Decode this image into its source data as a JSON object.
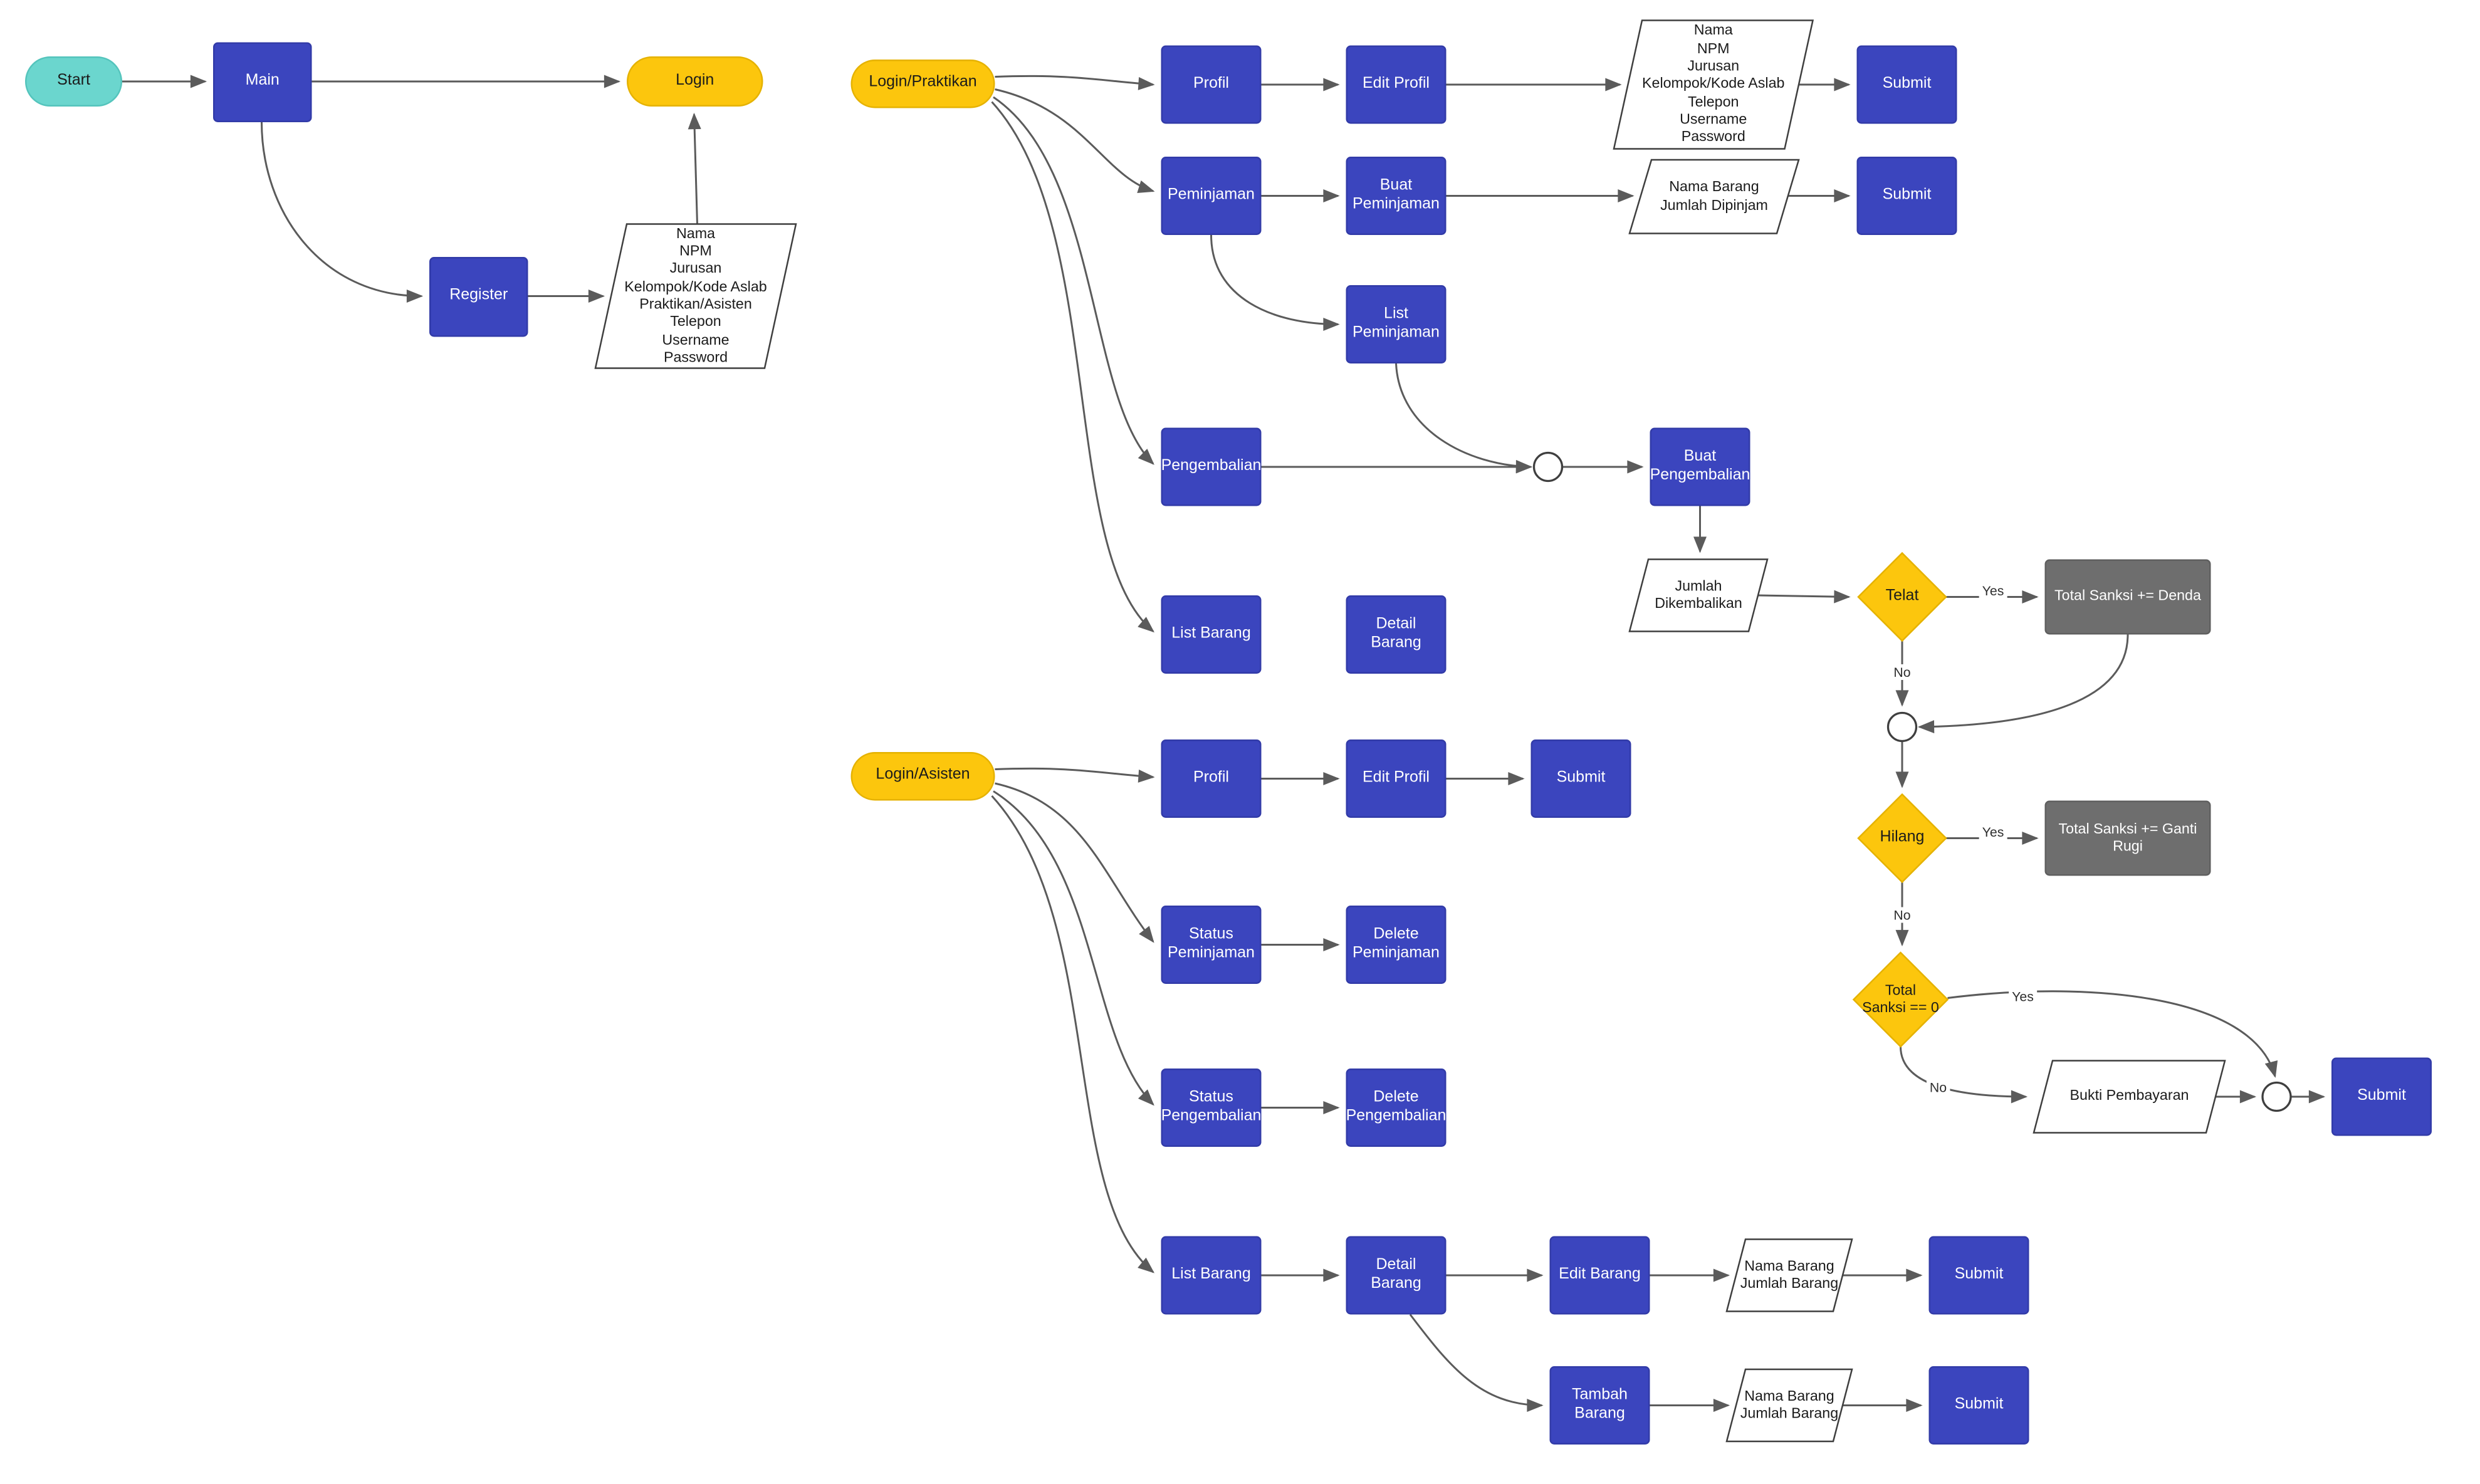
{
  "colors": {
    "teal": "#6BD6CE",
    "blue": "#3B45BE",
    "yellow": "#FCC60D",
    "gray": "#6E6E6E",
    "parallelogram_fill": "#FFFFFF",
    "line": "#5B5B5B"
  },
  "labels": {
    "yes": "Yes",
    "no": "No"
  },
  "nodes": {
    "start": "Start",
    "main": "Main",
    "login": "Login",
    "register": "Register",
    "register_form": "Nama\nNPM\nJurusan\nKelompok/Kode Aslab\nPraktikan/Asisten\nTelepon\nUsername\nPassword",
    "login_praktikan": "Login/Praktikan",
    "praktikan_profil": "Profil",
    "praktikan_edit_profil": "Edit Profil",
    "praktikan_profil_form": "Nama\nNPM\nJurusan\nKelompok/Kode Aslab\nTelepon\nUsername\nPassword",
    "praktikan_profil_submit": "Submit",
    "peminjaman": "Peminjaman",
    "buat_peminjaman": "Buat\nPeminjaman",
    "peminjaman_form": "Nama Barang\nJumlah Dipinjam",
    "peminjaman_submit": "Submit",
    "list_peminjaman": "List\nPeminjaman",
    "pengembalian": "Pengembalian",
    "buat_pengembalian": "Buat\nPengembalian",
    "praktikan_list_barang": "List Barang",
    "praktikan_detail_barang": "Detail Barang",
    "jumlah_dikembalikan": "Jumlah\nDikembalikan",
    "telat": "Telat",
    "sanksi_denda": "Total Sanksi += Denda",
    "hilang": "Hilang",
    "sanksi_ganti_rugi": "Total Sanksi += Ganti\nRugi",
    "total_sanksi_nol": "Total\nSanksi == 0",
    "bukti_pembayaran": "Bukti Pembayaran",
    "sanksi_submit": "Submit",
    "login_asisten": "Login/Asisten",
    "asisten_profil": "Profil",
    "asisten_edit_profil": "Edit Profil",
    "asisten_profil_submit": "Submit",
    "status_peminjaman": "Status\nPeminjaman",
    "delete_peminjaman": "Delete\nPeminjaman",
    "status_pengembalian": "Status\nPengembalian",
    "delete_pengembalian": "Delete\nPengembalian",
    "asisten_list_barang": "List Barang",
    "asisten_detail_barang": "Detail Barang",
    "edit_barang": "Edit Barang",
    "edit_barang_form": "Nama Barang\nJumlah Barang",
    "edit_barang_submit": "Submit",
    "tambah_barang": "Tambah\nBarang",
    "tambah_barang_form": "Nama Barang\nJumlah Barang",
    "tambah_barang_submit": "Submit"
  }
}
